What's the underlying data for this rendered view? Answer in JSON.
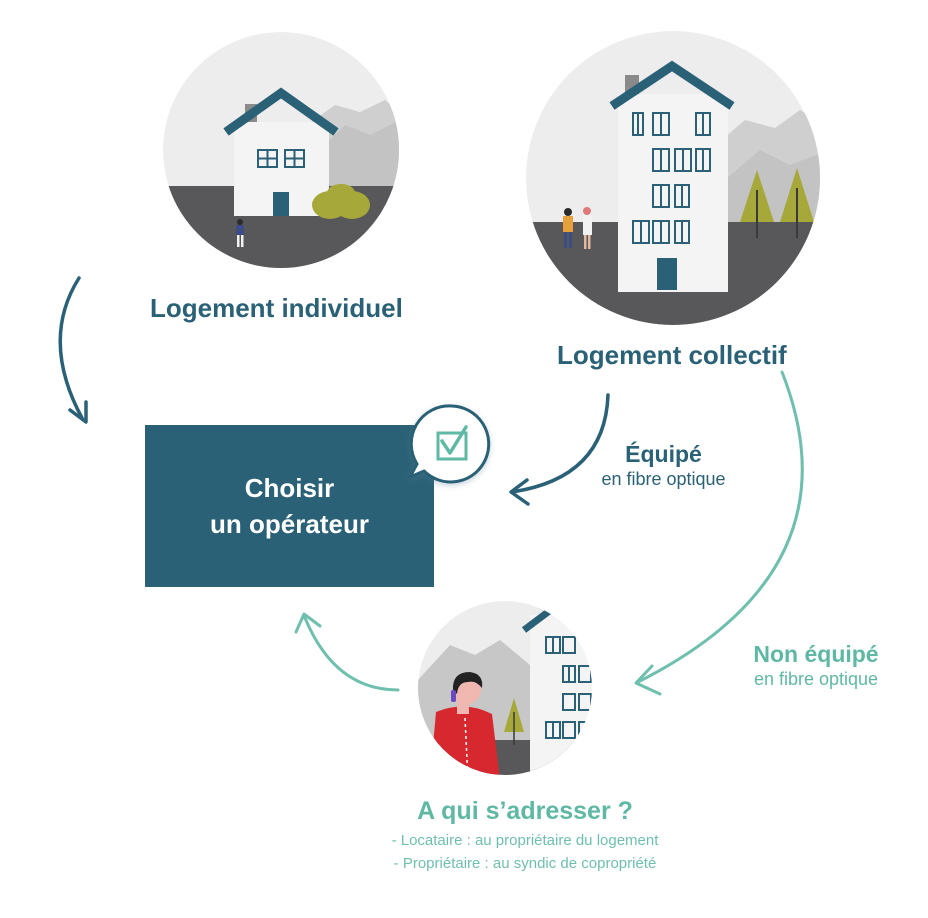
{
  "nodes": {
    "individuel": {
      "label": "Logement individuel"
    },
    "collectif": {
      "label": "Logement collectif"
    },
    "operateur": {
      "line1": "Choisir",
      "line2": "un opérateur"
    },
    "adresser": {
      "title": "A qui s’adresser ?",
      "items": [
        "- Locataire : au propriétaire du logement",
        "- Propriétaire : au syndic de copropriété"
      ]
    }
  },
  "edges": {
    "equipe": {
      "label": "Équipé",
      "sublabel": "en fibre optique"
    },
    "non_equipe": {
      "label": "Non équipé",
      "sublabel": "en fibre optique"
    }
  },
  "colors": {
    "dark_teal": "#2a6176",
    "light_teal": "#5fb8a3",
    "ground": "#58585a",
    "sky": "#ededed",
    "olive": "#a6a83a",
    "red": "#d7282f"
  },
  "icons": [
    "checkbox-check-icon"
  ]
}
